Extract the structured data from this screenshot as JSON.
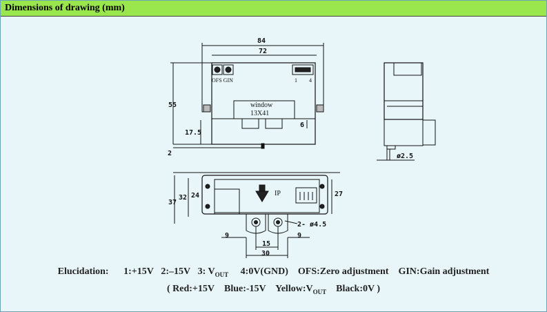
{
  "header": {
    "title": "Dimensions of drawing (mm)"
  },
  "drawing": {
    "dims": {
      "d84": "84",
      "d72": "72",
      "d55": "55",
      "d17_5": "17.5",
      "d2": "2",
      "d6": "6",
      "d2_5": "ø2.5",
      "d37": "37",
      "d32": "32",
      "d24": "24",
      "d27": "27",
      "d9a": "9",
      "d9b": "9",
      "d15": "15",
      "d30": "30",
      "d2phi": "2- ø4.5"
    },
    "labels": {
      "window": "window",
      "window_size": "13X41",
      "ofs_gin": "OFS GIN",
      "pin1": "1",
      "pin4": "4",
      "ip": "IP"
    }
  },
  "caption": {
    "line1": {
      "lead": "Elucidation:",
      "p1": "1:+15V",
      "p2": "2:–15V",
      "p3_pre": "3: V",
      "p3_sub": "OUT",
      "p4": "4:0V(GND)",
      "ofs": "OFS:Zero adjustment",
      "gin": "GIN:Gain adjustment"
    },
    "line2": {
      "open": "( Red:+15V",
      "blue": "Blue:-15V",
      "yellow_pre": "Yellow:V",
      "yellow_sub": "OUT",
      "black": "Black:0V )"
    }
  }
}
